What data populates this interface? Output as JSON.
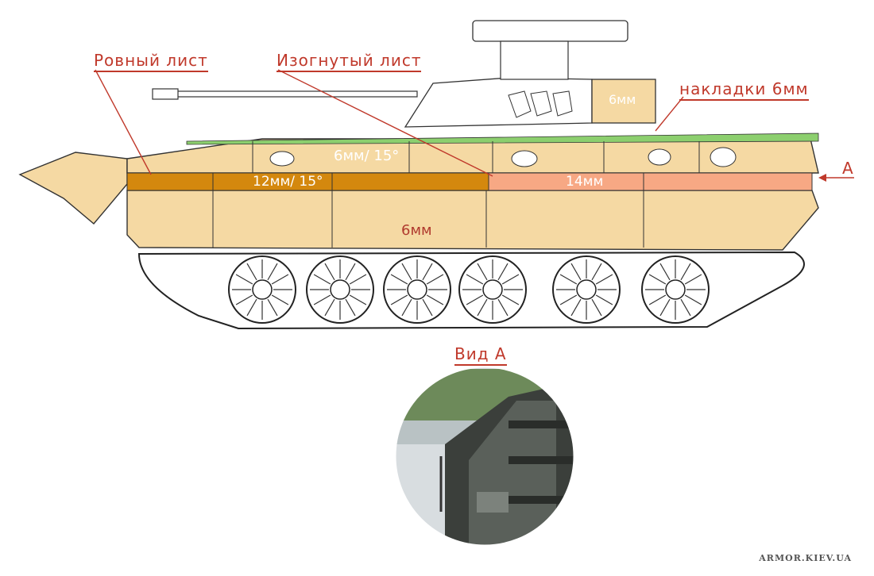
{
  "labels": {
    "flat_plate": "Ровный лист",
    "bent_plate": "Изогнутый лист",
    "overlays": "накладки 6мм",
    "view_marker": "A",
    "view_title": "Вид А"
  },
  "dimensions": {
    "turret_plate": "6мм",
    "upper_bent": "6мм/ 15°",
    "strip_front": "12мм/ 15°",
    "strip_rear": "14мм",
    "lower_side": "6мм"
  },
  "watermark": "ARMOR.KIEV.UA",
  "colors": {
    "armor_beige": "#f5d9a3",
    "strip_orange": "#d4880e",
    "strip_salmon": "#f7a884",
    "top_green": "#8ccf6e",
    "annotation_red": "#c0392b"
  }
}
